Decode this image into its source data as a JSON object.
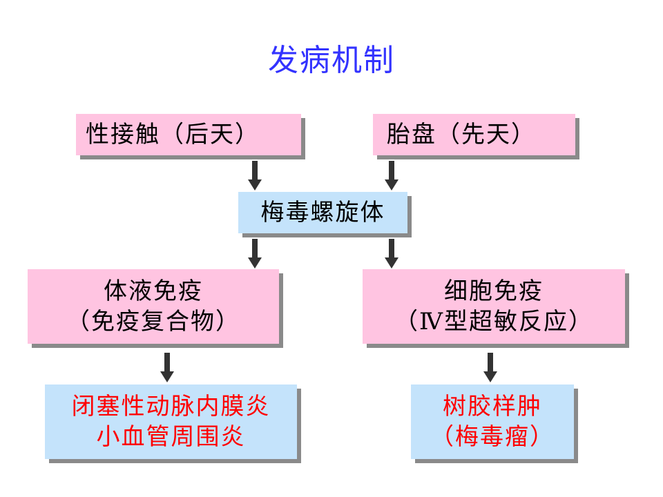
{
  "title": "发病机制",
  "colors": {
    "title": "#3333ff",
    "node_text": "#000000",
    "outcome_text": "#ff0000",
    "pink_box": "#ffc4e1",
    "blue_box": "#c4e3fb",
    "arrow": "#333333",
    "shadow": "#8a8a8a"
  },
  "nodes": {
    "sexual_contact": "性接触（后天）",
    "placenta": "胎盘（先天）",
    "treponema": "梅毒螺旋体",
    "humoral": {
      "line1": "体液免疫",
      "line2": "（免疫复合物）"
    },
    "cellular": {
      "line1": "细胞免疫",
      "line2": "（Ⅳ型超敏反应）"
    },
    "lesions": {
      "line1": "闭塞性动脉内膜炎",
      "line2": "小血管周围炎"
    },
    "gumma": {
      "line1": "树胶样肿",
      "line2": "（梅毒瘤）"
    }
  }
}
